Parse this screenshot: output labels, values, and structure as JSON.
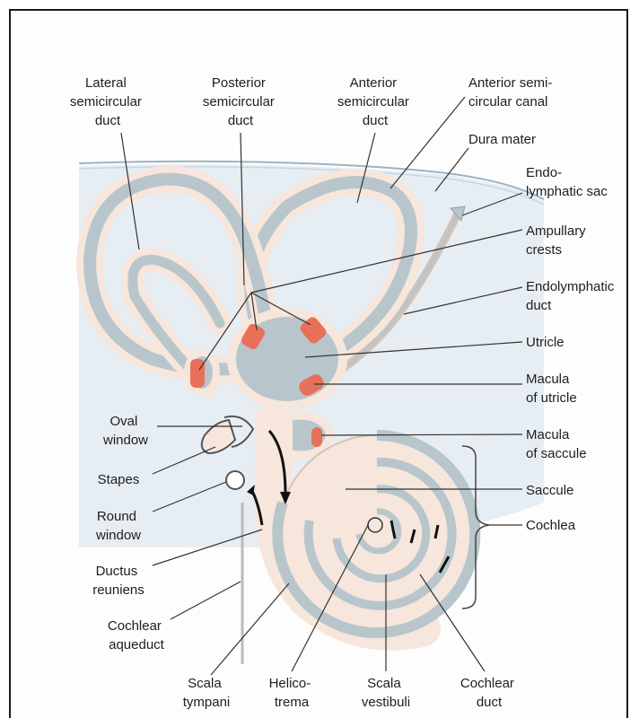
{
  "colors": {
    "tissue": "#f6e6dc",
    "tissue_outline": "#d9c2b3",
    "duct": "#b8c6cc",
    "duct_outline": "#8fa2aa",
    "sensory": "#e8705a",
    "background_band": "#e6eef4",
    "leader": "#333333"
  },
  "labels": {
    "lateral_semicircular_duct": [
      "Lateral",
      "semicircular",
      "duct"
    ],
    "posterior_semicircular_duct": [
      "Posterior",
      "semicircular",
      "duct"
    ],
    "anterior_semicircular_duct": [
      "Anterior",
      "semicircular",
      "duct"
    ],
    "anterior_semicircular_canal": [
      "Anterior semi-",
      "circular canal"
    ],
    "dura_mater": [
      "Dura mater"
    ],
    "endolymphatic_sac": [
      "Endo-",
      "lymphatic sac"
    ],
    "ampullary_crests": [
      "Ampullary",
      "crests"
    ],
    "endolymphatic_duct": [
      "Endolymphatic",
      "duct"
    ],
    "utricle": [
      "Utricle"
    ],
    "macula_of_utricle": [
      "Macula",
      "of utricle"
    ],
    "macula_of_saccule": [
      "Macula",
      "of saccule"
    ],
    "saccule": [
      "Saccule"
    ],
    "cochlea": [
      "Cochlea"
    ],
    "oval_window": [
      "Oval",
      "window"
    ],
    "stapes": [
      "Stapes"
    ],
    "round_window": [
      "Round",
      "window"
    ],
    "ductus_reuniens": [
      "Ductus",
      "reuniens"
    ],
    "cochlear_aqueduct": [
      "Cochlear",
      "aqueduct"
    ],
    "scala_tympani": [
      "Scala",
      "tympani"
    ],
    "helicotrema": [
      "Helico-",
      "trema"
    ],
    "scala_vestibuli": [
      "Scala",
      "vestibuli"
    ],
    "cochlear_duct": [
      "Cochlear",
      "duct"
    ]
  }
}
